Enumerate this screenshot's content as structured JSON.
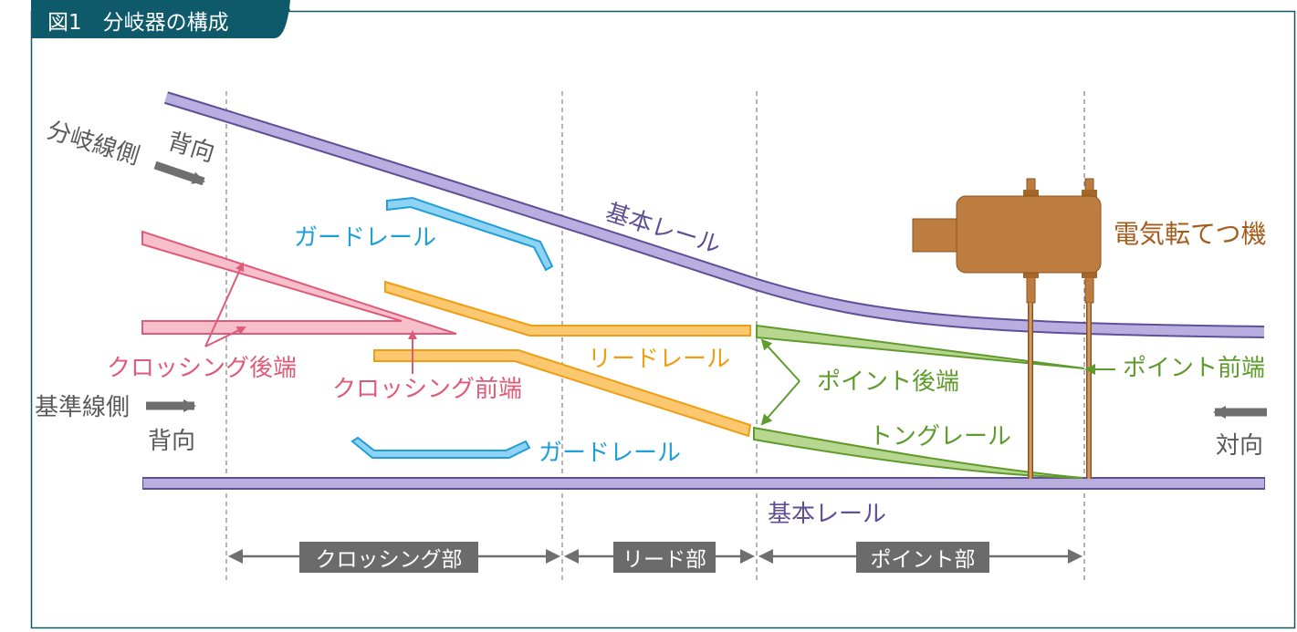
{
  "figure": {
    "title": "図1　分岐器の構成",
    "colors": {
      "frame": "#0e5a6a",
      "basic_rail": "#9789c7",
      "basic_rail_stroke": "#5e4f96",
      "frog": "#f4a7b7",
      "frog_stroke": "#df5a78",
      "lead": "#fbc065",
      "lead_stroke": "#ef9d14",
      "tongue": "#a6cc7a",
      "tongue_stroke": "#5e9a2c",
      "guard": "#63c3f0",
      "guard_stroke": "#1f9ed8",
      "machine": "#bd7d40",
      "machine_stroke": "#8a5420",
      "arrow_gray": "#6f6f6f",
      "section_bg": "#6b6b6b"
    }
  },
  "labels": {
    "branch_side": "分岐線側",
    "trailing_top": "背向",
    "guard_rail_top": "ガードレール",
    "basic_rail_top": "基本レール",
    "point_machine": "電気転てつ機",
    "crossing_heel": "クロッシング後端",
    "crossing_toe": "クロッシング前端",
    "lead_rail": "リードレール",
    "point_heel": "ポイント後端",
    "point_toe": "ポイント前端",
    "main_side": "基準線側",
    "trailing_bottom": "背向",
    "tongue_rail": "トングレール",
    "facing": "対向",
    "guard_rail_bottom": "ガードレール",
    "basic_rail_bottom": "基本レール"
  },
  "sections": {
    "crossing": "クロッシング部",
    "lead": "リード部",
    "point": "ポイント部"
  }
}
